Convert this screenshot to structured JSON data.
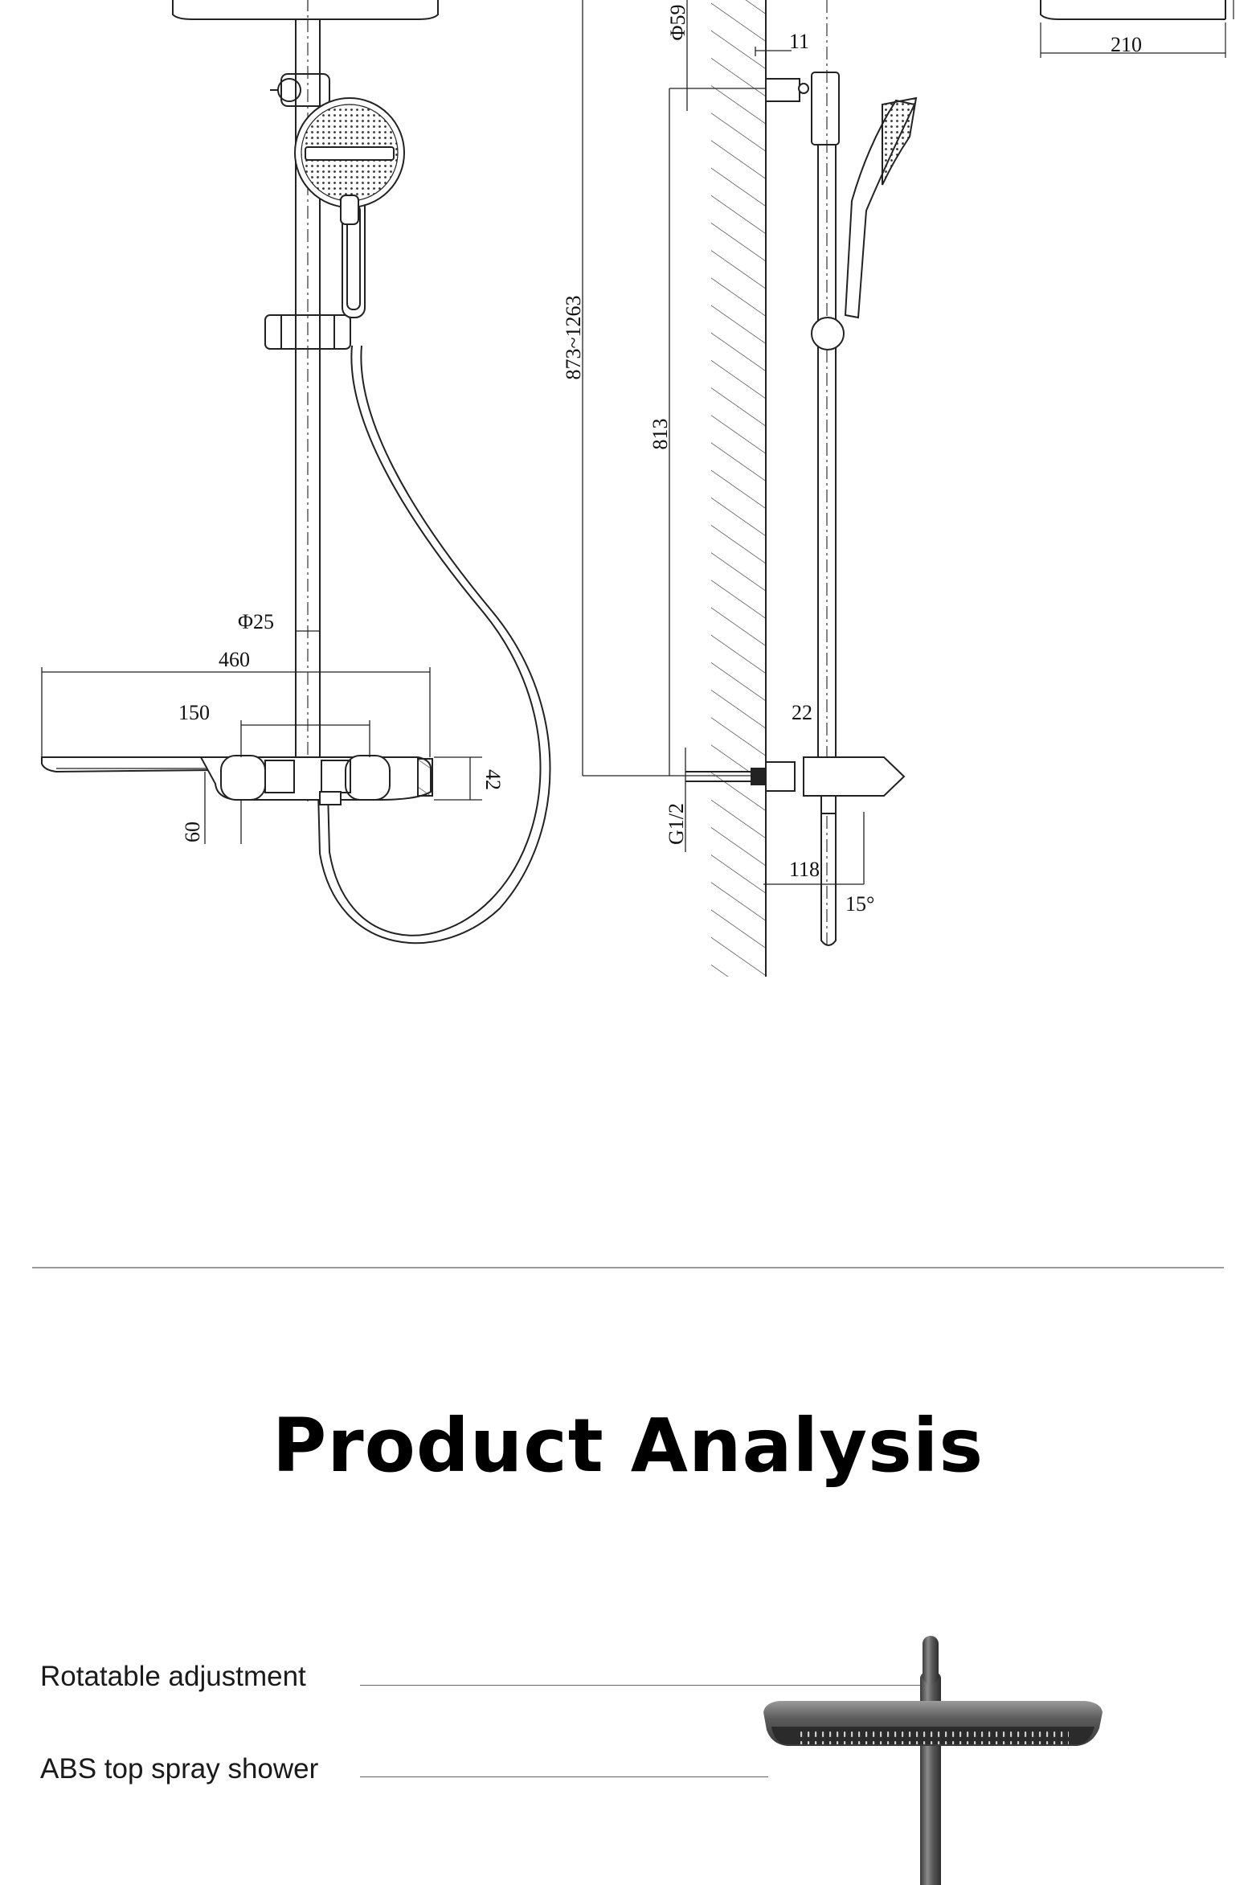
{
  "drawing": {
    "dimensions": {
      "d59": "Φ59",
      "d11": "11",
      "d210": "210",
      "d873": "873~1263",
      "d813": "813",
      "d25": "Φ25",
      "d460": "460",
      "d150": "150",
      "d42": "42",
      "d60": "60",
      "d22": "22",
      "g12": "G1/2",
      "d118": "118",
      "a15": "15°"
    }
  },
  "section": {
    "title": "Product Analysis"
  },
  "callouts": [
    {
      "label": "Rotatable adjustment"
    },
    {
      "label": "ABS top spray shower"
    }
  ],
  "colors": {
    "line": "#222222",
    "divider": "#9a9a9a",
    "product": "#4a4a4a"
  }
}
